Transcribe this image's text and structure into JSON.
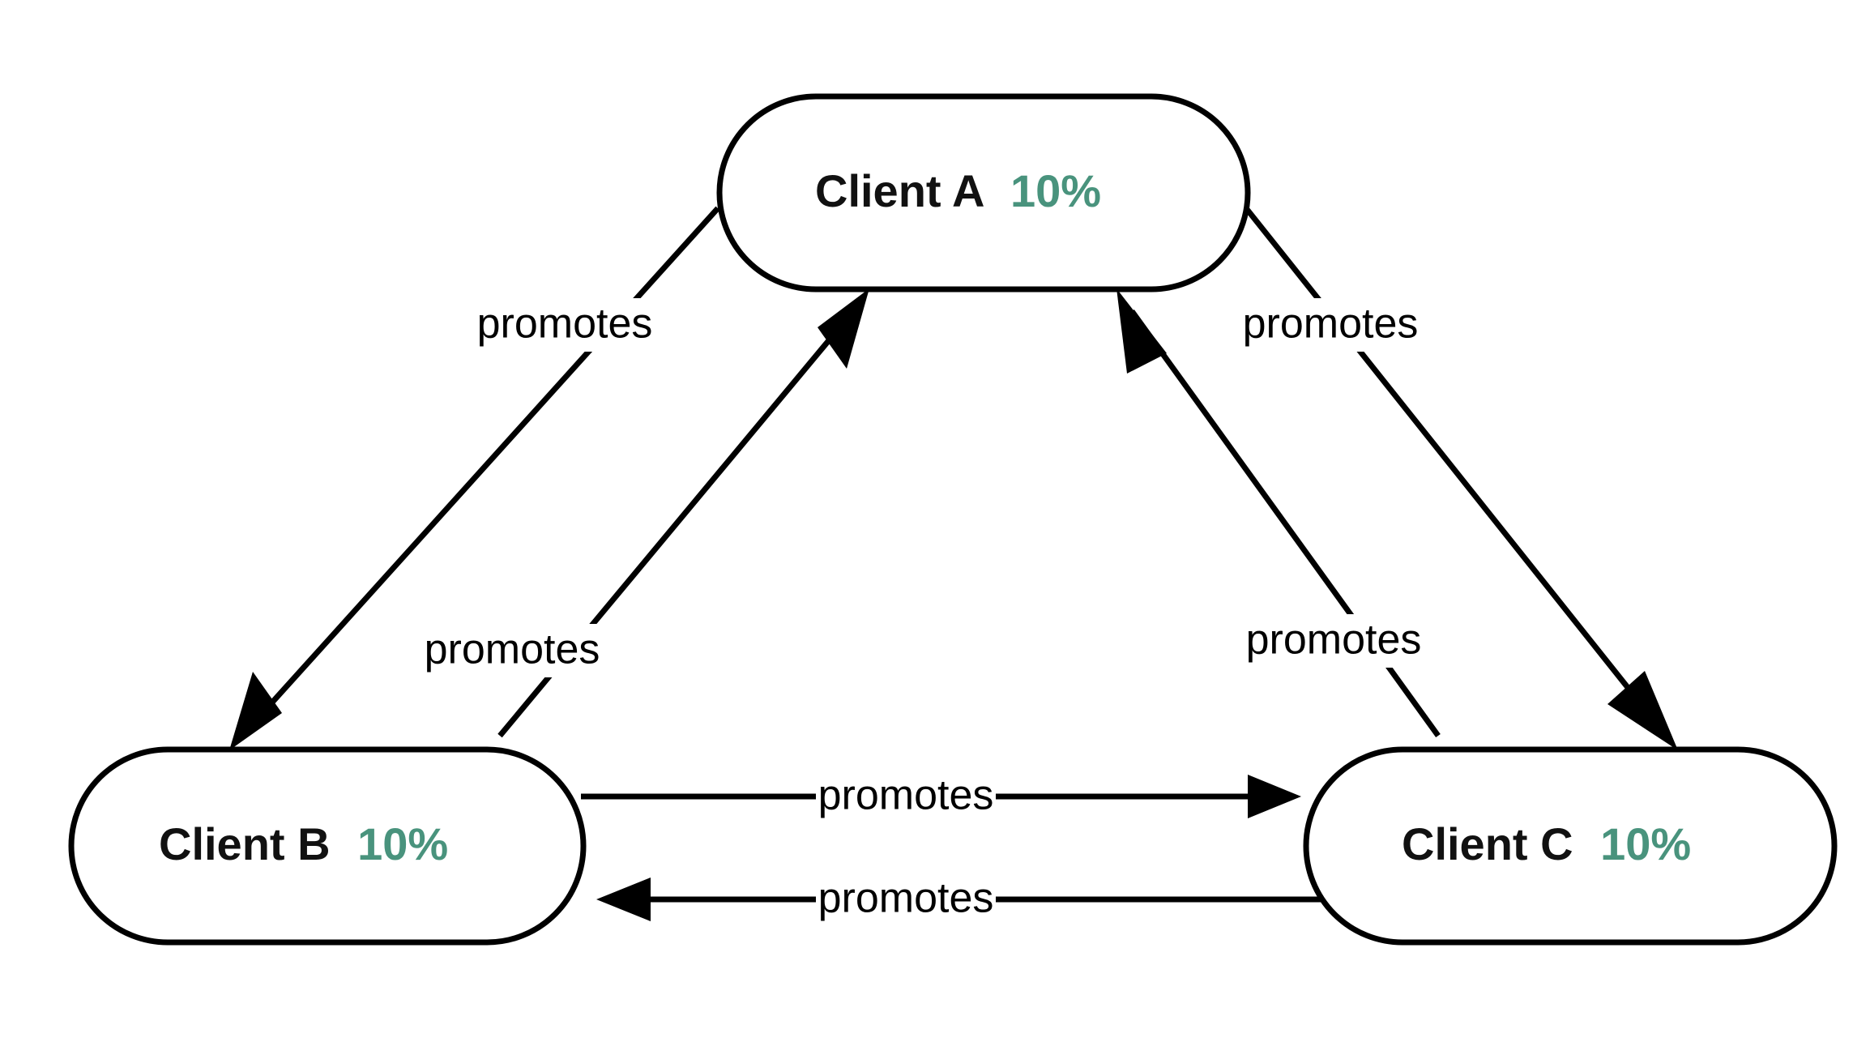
{
  "diagram": {
    "type": "flowchart",
    "direction": "top-down-triangle",
    "background_color": "#ffffff",
    "node_border_color": "#000000",
    "node_fill_color": "#ffffff",
    "accent_color": "#49937d",
    "text_color": "#111111",
    "edge_color": "#000000",
    "nodes": [
      {
        "id": "a",
        "name": "Client A",
        "percent": "10%",
        "shape": "stadium",
        "position": "top-center"
      },
      {
        "id": "b",
        "name": "Client B",
        "percent": "10%",
        "shape": "stadium",
        "position": "bottom-left"
      },
      {
        "id": "c",
        "name": "Client C",
        "percent": "10%",
        "shape": "stadium",
        "position": "bottom-right"
      }
    ],
    "edges": [
      {
        "id": "a-to-b",
        "from": "Client A",
        "to": "Client B",
        "label": "promotes"
      },
      {
        "id": "b-to-a",
        "from": "Client B",
        "to": "Client A",
        "label": "promotes"
      },
      {
        "id": "a-to-c",
        "from": "Client A",
        "to": "Client C",
        "label": "promotes"
      },
      {
        "id": "c-to-a",
        "from": "Client C",
        "to": "Client A",
        "label": "promotes"
      },
      {
        "id": "b-to-c",
        "from": "Client B",
        "to": "Client C",
        "label": "promotes"
      },
      {
        "id": "c-to-b",
        "from": "Client C",
        "to": "Client B",
        "label": "promotes"
      }
    ]
  }
}
